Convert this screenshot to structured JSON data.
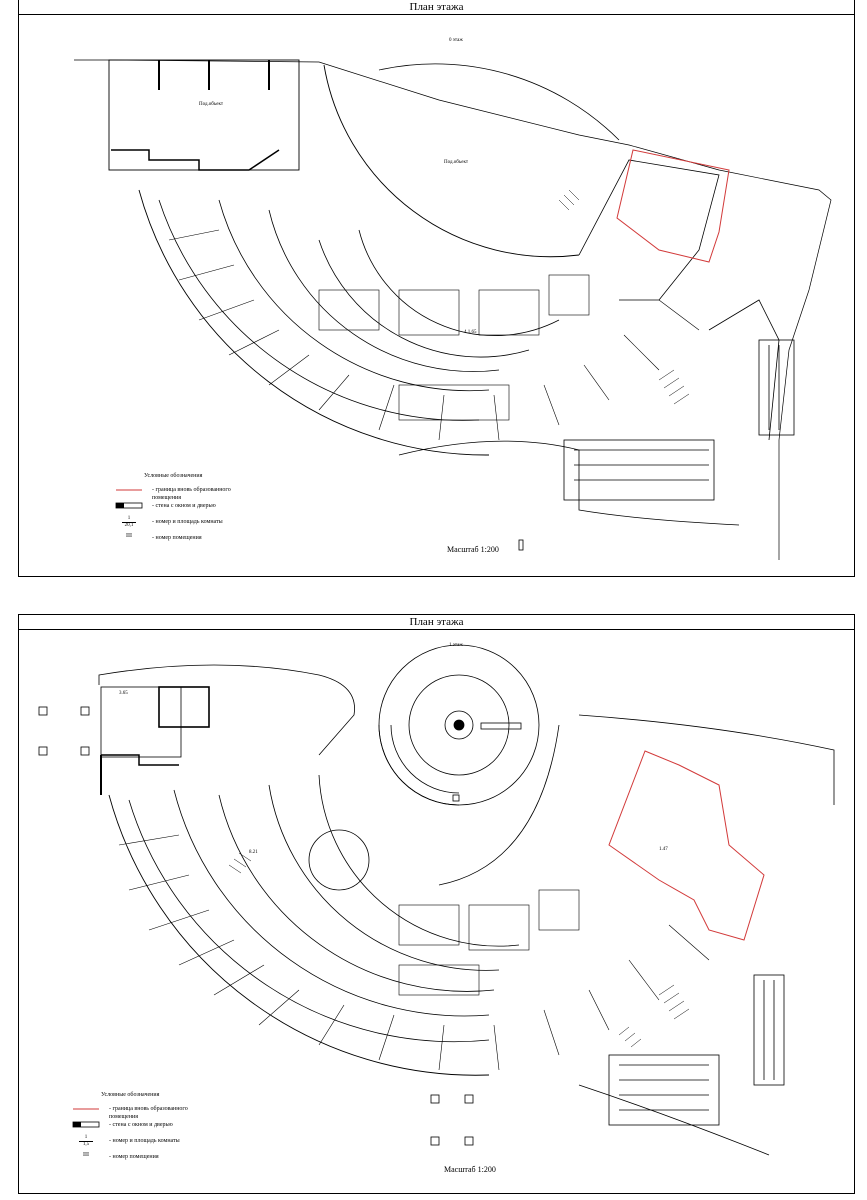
{
  "sheets": [
    {
      "title": "План этажа",
      "floor": "0 этаж",
      "room_labels": [
        "Под.объект",
        "Под.объект",
        "4.1.65"
      ],
      "legend": {
        "header": "Условные обозначения",
        "items": [
          {
            "text": "- граница вновь образованного помещения"
          },
          {
            "text": "- стена с окном и дверью"
          },
          {
            "text": "- номер и площадь комнаты",
            "symbol_top": "1",
            "symbol_bottom": "20,1"
          },
          {
            "text": "- номер помещения",
            "symbol_top": "III"
          }
        ]
      },
      "scale": "Масштаб 1:200"
    },
    {
      "title": "План этажа",
      "floor": "1 этаж",
      "room_labels": [
        "3.65",
        "8.21",
        "1.47"
      ],
      "legend": {
        "header": "Условные обозначения",
        "items": [
          {
            "text": "- граница вновь образованного помещения"
          },
          {
            "text": "- стена с окном и дверью"
          },
          {
            "text": "- номер и площадь комнаты",
            "symbol_top": "1",
            "symbol_bottom": "1,5"
          },
          {
            "text": "- номер помещения",
            "symbol_top": "III"
          }
        ]
      },
      "scale": "Масштаб 1:200"
    }
  ],
  "colors": {
    "line": "#000000",
    "boundary": "#d23a3a",
    "frame": "#000000"
  }
}
